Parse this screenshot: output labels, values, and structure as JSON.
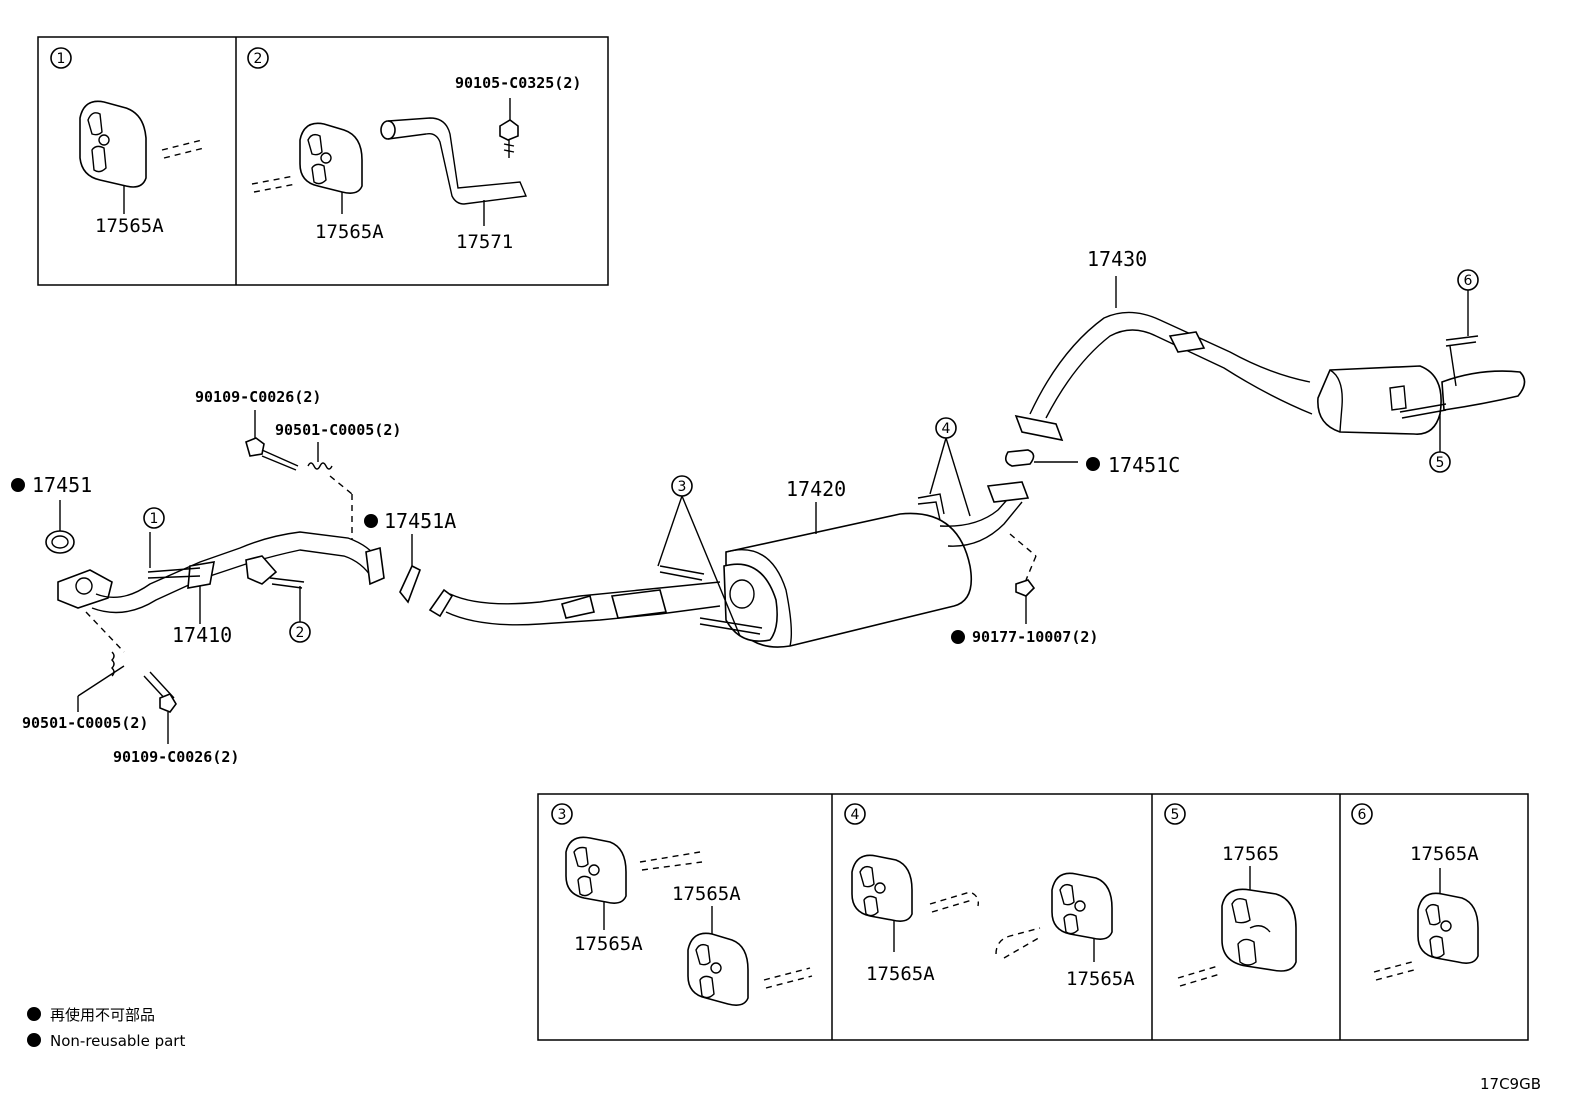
{
  "legend": {
    "line1": "再使用不可部品",
    "line2": "Non-reusable part"
  },
  "diagram_code": "17C9GB",
  "callouts": [
    "1",
    "2",
    "3",
    "4",
    "5",
    "6"
  ],
  "insets": {
    "inset1": {
      "part": "17565A"
    },
    "inset2": {
      "hanger": "17565A",
      "bracket": "17571",
      "bolt": "90105-C0325(2)"
    },
    "inset3": {
      "upper": "17565A",
      "lower": "17565A"
    },
    "inset4": {
      "left": "17565A",
      "right": "17565A"
    },
    "inset5": {
      "part": "17565"
    },
    "inset6": {
      "part": "17565A"
    }
  },
  "parts": {
    "front_gasket": "17451",
    "front_pipe": "17410",
    "bolt_top": "90109-C0026(2)",
    "spring_top": "90501-C0005(2)",
    "gasket_a": "17451A",
    "spring_bottom": "90501-C0005(2)",
    "bolt_bottom": "90109-C0026(2)",
    "center_muffler": "17420",
    "nut": "90177-10007(2)",
    "tail_pipe": "17430",
    "gasket_c": "17451C"
  }
}
